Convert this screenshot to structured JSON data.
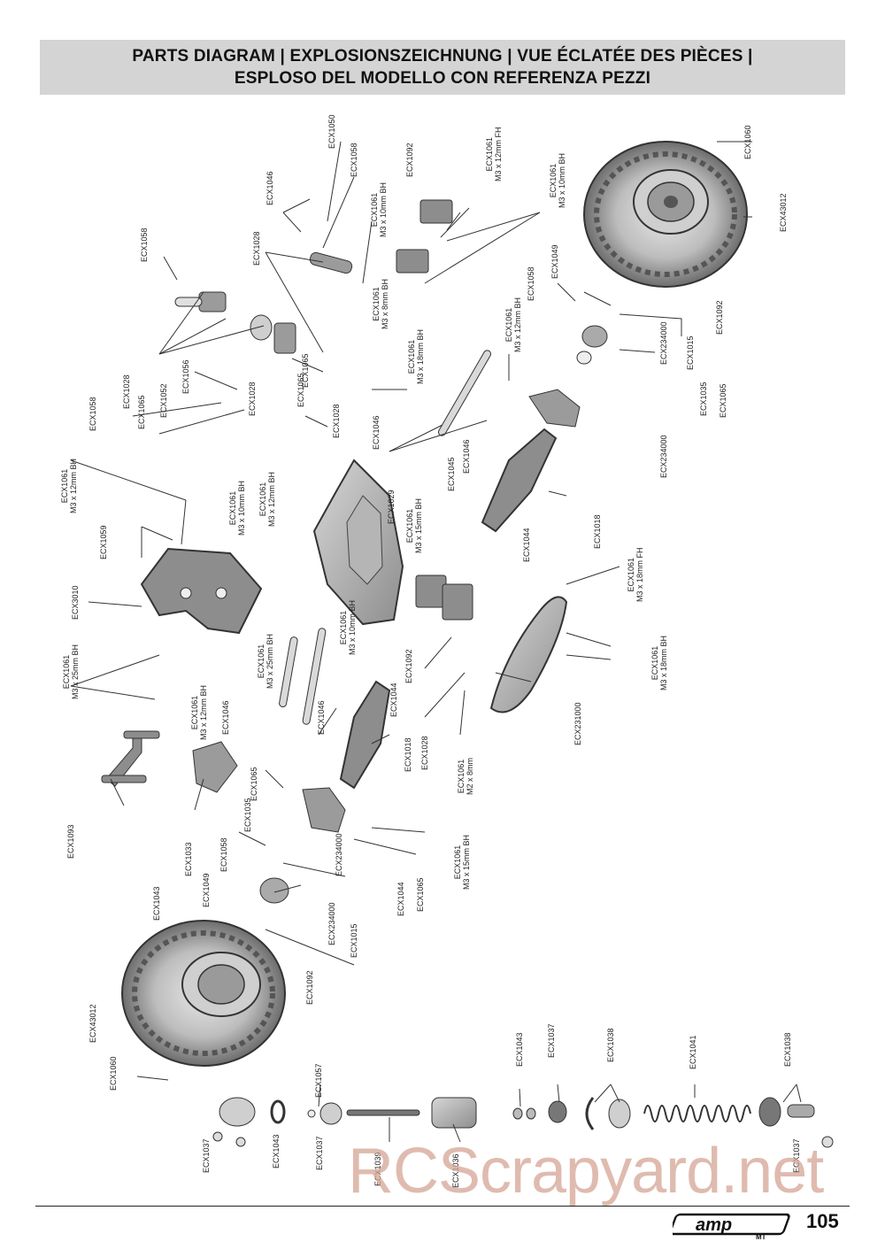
{
  "header": {
    "title_line1": "PARTS DIAGRAM | EXPLOSIONSZEICHNUNG | VUE ÉCLATÉE DES PIÈCES |",
    "title_line2": "ESPLOSO DEL MODELLO CON REFERENZA PEZZI"
  },
  "callouts": [
    {
      "part": "ECX1050",
      "size": ""
    },
    {
      "part": "ECX1058",
      "size": ""
    },
    {
      "part": "ECX1046",
      "size": ""
    },
    {
      "part": "ECX1092",
      "size": ""
    },
    {
      "part": "ECX1061",
      "size": "M3 x 12mm FH"
    },
    {
      "part": "ECX1061",
      "size": "M3 x 10mm BH"
    },
    {
      "part": "ECX1060",
      "size": ""
    },
    {
      "part": "ECX43012",
      "size": ""
    },
    {
      "part": "ECX1061",
      "size": "M3 x 10mm BH"
    },
    {
      "part": "ECX1028",
      "size": ""
    },
    {
      "part": "ECX1058",
      "size": ""
    },
    {
      "part": "ECX1049",
      "size": ""
    },
    {
      "part": "ECX1058",
      "size": ""
    },
    {
      "part": "ECX1092",
      "size": ""
    },
    {
      "part": "ECX1061",
      "size": "M3 x 8mm BH"
    },
    {
      "part": "ECX1061",
      "size": "M3 x 12mm BH"
    },
    {
      "part": "ECX234000",
      "size": ""
    },
    {
      "part": "ECX1065",
      "size": ""
    },
    {
      "part": "ECX1015",
      "size": ""
    },
    {
      "part": "ECX1061",
      "size": "M3 x 18mm BH"
    },
    {
      "part": "ECX1028",
      "size": ""
    },
    {
      "part": "ECX1065",
      "size": ""
    },
    {
      "part": "ECX1056",
      "size": ""
    },
    {
      "part": "ECX1052",
      "size": ""
    },
    {
      "part": "ECX1028",
      "size": ""
    },
    {
      "part": "ECX1065",
      "size": ""
    },
    {
      "part": "ECX1035",
      "size": ""
    },
    {
      "part": "ECX1065",
      "size": ""
    },
    {
      "part": "ECX1058",
      "size": ""
    },
    {
      "part": "ECX1028",
      "size": ""
    },
    {
      "part": "ECX1046",
      "size": ""
    },
    {
      "part": "ECX1046",
      "size": ""
    },
    {
      "part": "ECX1045",
      "size": ""
    },
    {
      "part": "ECX234000",
      "size": ""
    },
    {
      "part": "ECX1061",
      "size": "M3 x 12mm BH"
    },
    {
      "part": "ECX1061",
      "size": "M3 x 12mm BH"
    },
    {
      "part": "ECX1029",
      "size": ""
    },
    {
      "part": "ECX1061",
      "size": "M3 x 10mm BH"
    },
    {
      "part": "ECX1061",
      "size": "M3 x 15mm BH"
    },
    {
      "part": "ECX1059",
      "size": ""
    },
    {
      "part": "ECX1044",
      "size": ""
    },
    {
      "part": "ECX1018",
      "size": ""
    },
    {
      "part": "ECX3010",
      "size": ""
    },
    {
      "part": "ECX1061",
      "size": "M3 x 18mm FH"
    },
    {
      "part": "ECX1061",
      "size": "M3 x 10mm BH"
    },
    {
      "part": "ECX1061",
      "size": "M3 x 25mm BH"
    },
    {
      "part": "ECX1061",
      "size": "M3 x 25mm BH"
    },
    {
      "part": "ECX1092",
      "size": ""
    },
    {
      "part": "ECX1061",
      "size": "M3 x 18mm BH"
    },
    {
      "part": "ECX1061",
      "size": "M3 x 12mm BH"
    },
    {
      "part": "ECX1044",
      "size": ""
    },
    {
      "part": "ECX1046",
      "size": ""
    },
    {
      "part": "ECX1046",
      "size": ""
    },
    {
      "part": "ECX1018",
      "size": ""
    },
    {
      "part": "ECX1028",
      "size": ""
    },
    {
      "part": "ECX231000",
      "size": ""
    },
    {
      "part": "ECX1061",
      "size": "M2 x 8mm"
    },
    {
      "part": "ECX1065",
      "size": ""
    },
    {
      "part": "ECX1035",
      "size": ""
    },
    {
      "part": "ECX1093",
      "size": ""
    },
    {
      "part": "ECX1033",
      "size": ""
    },
    {
      "part": "ECX1058",
      "size": ""
    },
    {
      "part": "ECX234000",
      "size": ""
    },
    {
      "part": "ECX1044",
      "size": ""
    },
    {
      "part": "ECX1065",
      "size": ""
    },
    {
      "part": "ECX1061",
      "size": "M3 x 15mm BH"
    },
    {
      "part": "ECX1043",
      "size": ""
    },
    {
      "part": "ECX1049",
      "size": ""
    },
    {
      "part": "ECX234000",
      "size": ""
    },
    {
      "part": "ECX1015",
      "size": ""
    },
    {
      "part": "ECX1092",
      "size": ""
    },
    {
      "part": "ECX43012",
      "size": ""
    },
    {
      "part": "ECX1060",
      "size": ""
    },
    {
      "part": "ECX1057",
      "size": ""
    },
    {
      "part": "ECX1043",
      "size": ""
    },
    {
      "part": "ECX1037",
      "size": ""
    },
    {
      "part": "ECX1038",
      "size": ""
    },
    {
      "part": "ECX1041",
      "size": ""
    },
    {
      "part": "ECX1038",
      "size": ""
    },
    {
      "part": "ECX1037",
      "size": ""
    },
    {
      "part": "ECX1043",
      "size": ""
    },
    {
      "part": "ECX1037",
      "size": ""
    },
    {
      "part": "ECX1039",
      "size": ""
    },
    {
      "part": "ECX1036",
      "size": ""
    },
    {
      "part": "ECX1037",
      "size": ""
    }
  ],
  "watermark": "RCScrapyard.net",
  "footer": {
    "brand": "amp MT",
    "page_number": "105"
  }
}
